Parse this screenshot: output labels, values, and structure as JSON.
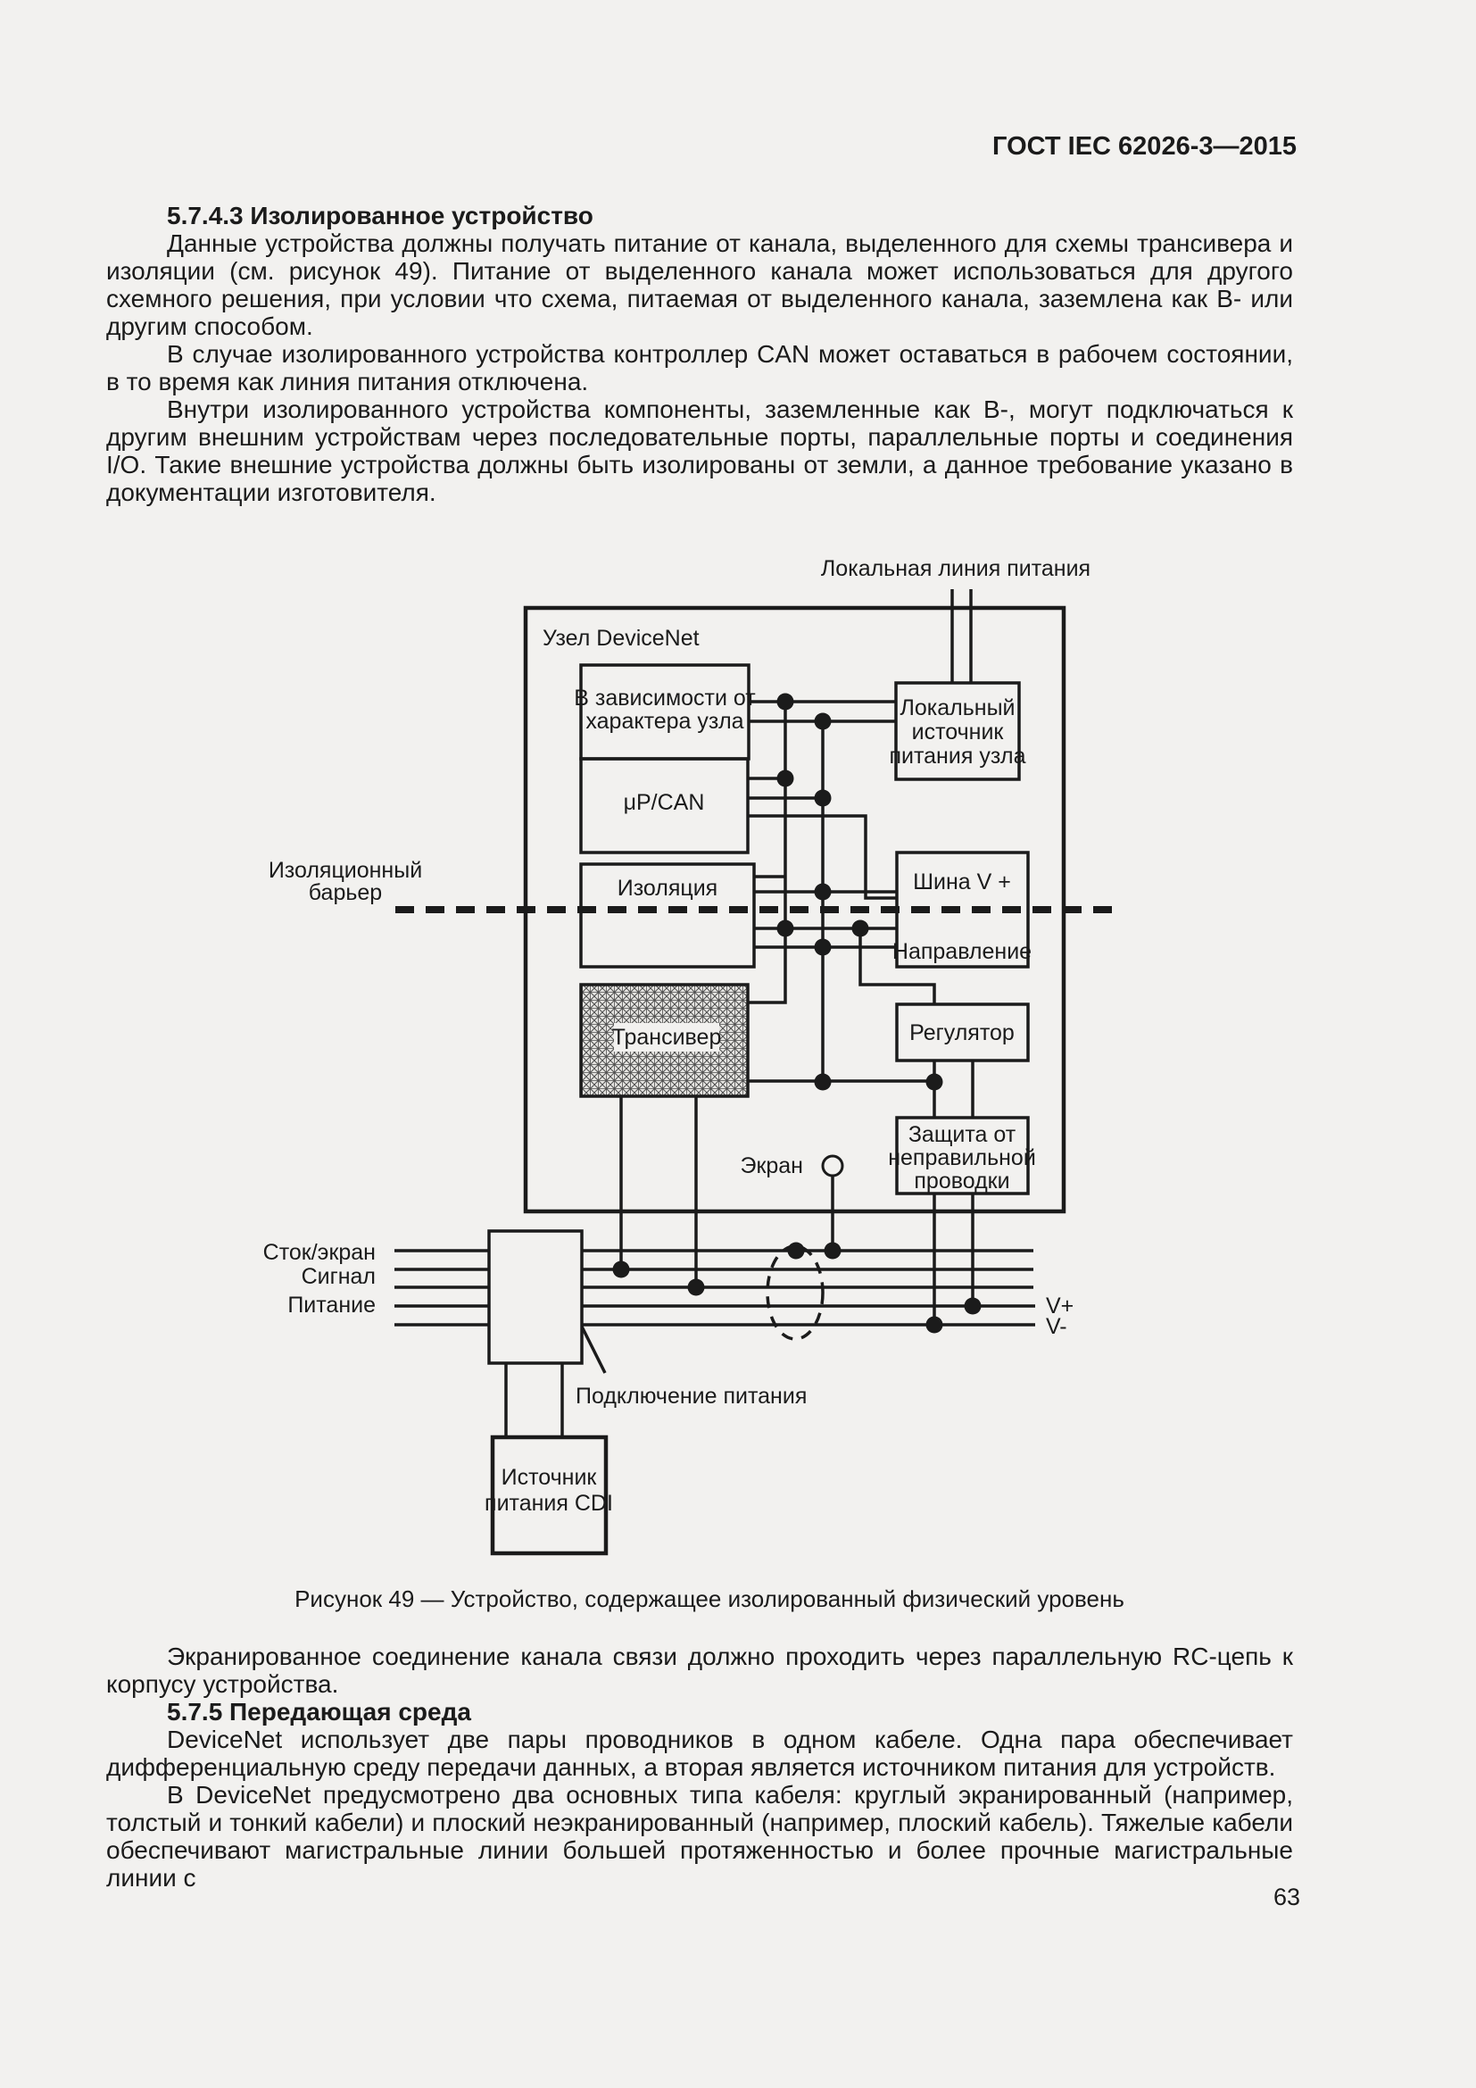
{
  "page": {
    "header": "ГОСТ IEC 62026-3—2015",
    "number": "63"
  },
  "section_5743": {
    "heading": "5.7.4.3 Изолированное устройство",
    "paragraphs": [
      "Данные устройства должны получать питание от канала, выделенного для схемы трансивера и изоляции (см. рисунок 49). Питание от выделенного канала может использоваться для другого схемного решения, при условии что схема, питаемая от выделенного канала, заземлена как В- или другим способом.",
      "В случае изолированного устройства контроллер CAN может оставаться в рабочем состоянии, в то время как линия питания отключена.",
      "Внутри изолированного устройства компоненты, заземленные как В-, могут подключаться к другим внешним устройствам через последовательные порты, параллельные порты и соединения I/O. Такие внешние устройства должны быть изолированы от земли, а данное требование указано в документации изготовителя."
    ]
  },
  "figure": {
    "caption": "Рисунок 49 — Устройство, содержащее изолированный физический уровень",
    "labels": {
      "local_power_line": "Локальная линия питания",
      "node": "Узел DeviceNet",
      "depends_1": "В зависимости от",
      "depends_2": "характера узла",
      "mpcan": "μP/CAN",
      "isolation": "Изоляция",
      "transceiver": "Трансивер",
      "local_source_1": "Локальный",
      "local_source_2": "источник",
      "local_source_3": "питания узла",
      "bus_v": "Шина V +",
      "direction": "Направление",
      "regulator": "Регулятор",
      "protection_1": "Защита от",
      "protection_2": "неправильной",
      "protection_3": "проводки",
      "barrier_1": "Изоляционный",
      "barrier_2": "барьер",
      "shield": "Экран",
      "drain_shield": "Сток/экран",
      "signal": "Сигнал",
      "power": "Питание",
      "v_plus": "V+",
      "v_minus": "V-",
      "power_connection": "Подключение питания",
      "cdi_source_1": "Источник",
      "cdi_source_2": "питания CDI"
    }
  },
  "post_figure": {
    "paragraph": "Экранированное соединение канала связи должно проходить через параллельную RC-цепь к корпусу устройства."
  },
  "section_575": {
    "heading": "5.7.5 Передающая среда",
    "paragraphs": [
      "DeviceNet использует две пары проводников в одном кабеле. Одна пара обеспечивает дифференциальную среду передачи данных, а вторая является источником питания для устройств.",
      "В DeviceNet предусмотрено два основных типа кабеля: круглый экранированный (например, толстый и тонкий кабели) и плоский неэкранированный (например, плоский кабель). Тяжелые кабели обеспечивают магистральные линии большей протяженностью и более прочные магистральные линии с"
    ]
  },
  "colors": {
    "page_bg": "#f2f1ef",
    "ink": "#1b1b1b"
  }
}
